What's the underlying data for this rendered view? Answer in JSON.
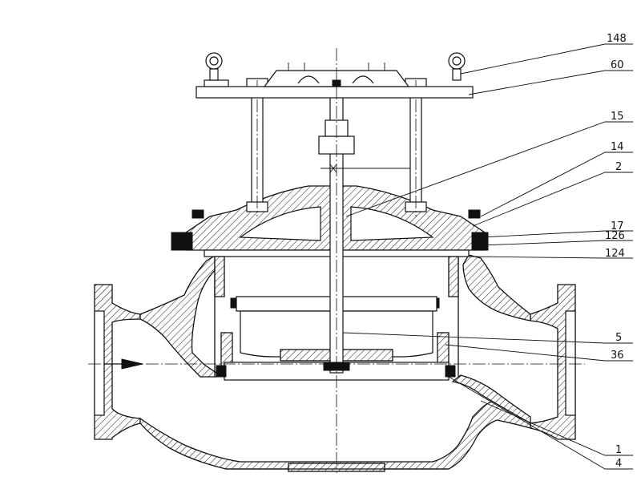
{
  "callouts": [
    {
      "id": "148",
      "label": "148"
    },
    {
      "id": "60",
      "label": "60"
    },
    {
      "id": "15",
      "label": "15"
    },
    {
      "id": "14",
      "label": "14"
    },
    {
      "id": "2",
      "label": "2"
    },
    {
      "id": "17",
      "label": "17"
    },
    {
      "id": "126",
      "label": "126"
    },
    {
      "id": "124",
      "label": "124"
    },
    {
      "id": "5",
      "label": "5"
    },
    {
      "id": "36",
      "label": "36"
    },
    {
      "id": "1",
      "label": "1"
    },
    {
      "id": "4",
      "label": "4"
    }
  ],
  "colors": {
    "ink": "#111111",
    "paper": "#ffffff"
  }
}
